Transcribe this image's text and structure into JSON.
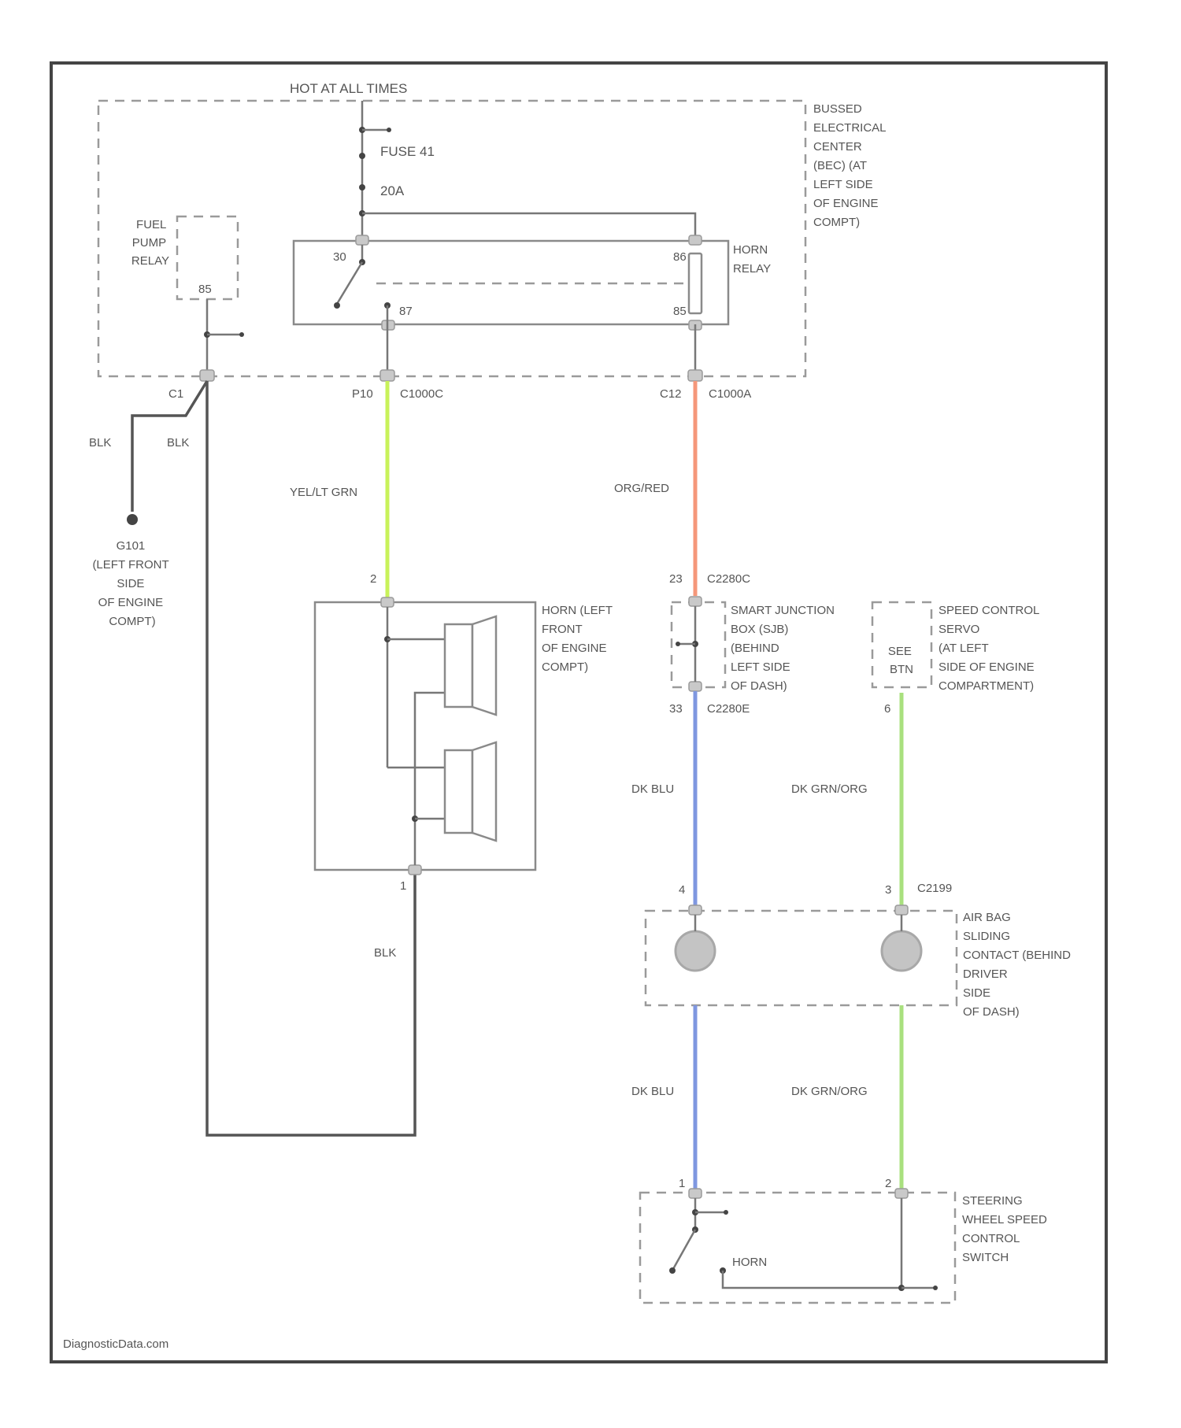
{
  "power": {
    "hot": "HOT AT ALL TIMES",
    "fuse": "FUSE 41",
    "amps": "20A"
  },
  "bec": {
    "lines": [
      "BUSSED",
      "ELECTRICAL",
      "CENTER",
      "(BEC) (AT",
      "LEFT SIDE",
      "OF ENGINE",
      "COMPT)"
    ]
  },
  "fuel_pump_relay": {
    "lines": [
      "FUEL",
      "PUMP",
      "RELAY"
    ],
    "pin": "85"
  },
  "horn_relay": {
    "lines": [
      "HORN",
      "RELAY"
    ],
    "pin30": "30",
    "pin86": "86",
    "pin87": "87",
    "pin85": "85"
  },
  "connectors": {
    "c1": "C1",
    "p10": "P10",
    "c1000c": "C1000C",
    "c12": "C12",
    "c1000a": "C1000A",
    "pin2": "2",
    "pin23": "23",
    "c2280c": "C2280C",
    "pin33": "33",
    "c2280e": "C2280E",
    "pin6": "6",
    "pin4": "4",
    "pin3": "3",
    "c2199": "C2199",
    "pin1": "1",
    "pin1b": "1",
    "pin2b": "2"
  },
  "wires": {
    "blk1": "BLK",
    "blk2": "BLK",
    "yelltgrn": "YEL/LT GRN",
    "orgred": "ORG/RED",
    "dkblu1": "DK BLU",
    "dkgrnorg1": "DK GRN/ORG",
    "dkblu2": "DK BLU",
    "dkgrnorg2": "DK GRN/ORG",
    "blk3": "BLK"
  },
  "wire_colors": {
    "yelltgrn": "#c8f25a",
    "orgred": "#f5977a",
    "dkblu": "#7f97e0",
    "dkgrnorg": "#a9e07e"
  },
  "ground": {
    "lines": [
      "G101",
      "(LEFT FRONT",
      "SIDE",
      "OF ENGINE",
      "COMPT)"
    ]
  },
  "horn": {
    "lines": [
      "HORN (LEFT",
      "FRONT",
      "OF ENGINE",
      "COMPT)"
    ]
  },
  "sjb": {
    "lines": [
      "SMART JUNCTION",
      "BOX (SJB)",
      "(BEHIND",
      "LEFT SIDE",
      "OF DASH)"
    ]
  },
  "speed_control": {
    "lines": [
      "SPEED CONTROL",
      "SERVO",
      "(AT LEFT",
      "SIDE OF ENGINE",
      "COMPARTMENT)"
    ],
    "inner": [
      "SEE",
      "BTN"
    ]
  },
  "airbag": {
    "lines": [
      "AIR BAG",
      "SLIDING",
      "CONTACT (BEHIND",
      "DRIVER",
      "SIDE",
      "OF DASH)"
    ]
  },
  "steering": {
    "lines": [
      "STEERING",
      "WHEEL SPEED",
      "CONTROL",
      "SWITCH"
    ],
    "horn": "HORN"
  },
  "watermark": "DiagnosticData.com"
}
